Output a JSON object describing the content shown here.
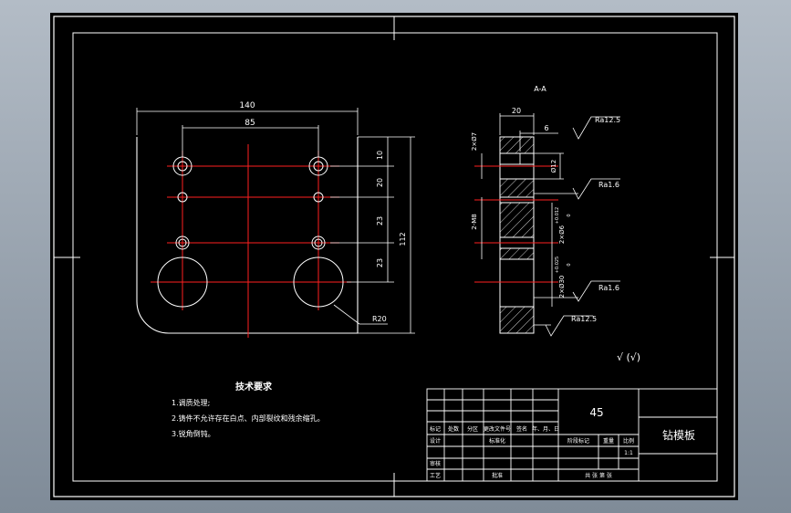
{
  "section_title": "A-A",
  "plan_view": {
    "dims": {
      "overall_width": "140",
      "hole_spacing": "85",
      "row1": "10",
      "row2": "20",
      "row3": "23",
      "row4": "23",
      "overall_height": "112",
      "corner_radius": "R20"
    }
  },
  "section_view": {
    "dims": {
      "thickness": "20",
      "counterbore": "6",
      "small_dia": "Ø12",
      "small_hole_callout": "2×Ø7",
      "mid_hole_callout": "2-M8",
      "bush_hole_6": "2×Ø6",
      "bush_hole_6_tol": "+0.012",
      "bush_hole_6_tol2": "0",
      "bush_hole_30": "2×Ø30",
      "bush_hole_30_tol": "+0.025",
      "bush_hole_30_tol2": "0"
    },
    "roughness": [
      "Ra12.5",
      "Ra1.6",
      "Ra1.6",
      "Ra12.5"
    ]
  },
  "overall_roughness": "√ (√)",
  "tech_requirements": {
    "title": "技术要求",
    "items": [
      "1.调质处理;",
      "2.铸件不允许存在白点、内部裂纹和残余缩孔。",
      "3.锐角倒钝。"
    ]
  },
  "title_block": {
    "material": "45",
    "part_name": "钻模板",
    "headers": [
      "标记",
      "处数",
      "分区",
      "更改文件号",
      "签名",
      "年、月、日"
    ],
    "row_design": "设计",
    "row_standard": "标准化",
    "row_review": "审核",
    "row_process": "工艺",
    "row_approve": "批准",
    "stage_mark": "阶段标记",
    "weight": "重量",
    "scale": "比例",
    "scale_value": "1:1",
    "sheets": "共    张    第    张"
  }
}
